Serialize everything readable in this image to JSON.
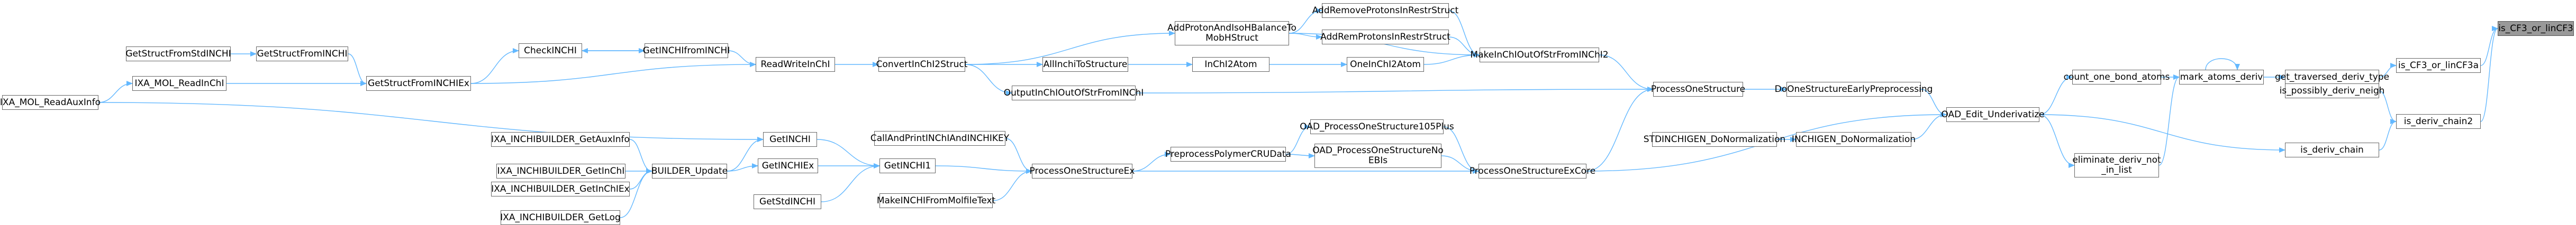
{
  "graph": {
    "title": "",
    "root_node": "is_CF3_or_linCF3",
    "colors": {
      "background": "#ffffff",
      "node_fill": "#ffffff",
      "node_border": "#666666",
      "root_fill": "#999999",
      "edge": "#63b8ff"
    },
    "nodes": [
      {
        "id": "is_CF3_or_linCF3",
        "lines": [
          "is_CF3_or_linCF3"
        ],
        "root": true
      },
      {
        "id": "is_CF3_or_linCF3a",
        "lines": [
          "is_CF3_or_linCF3a"
        ]
      },
      {
        "id": "is_deriv_chain2",
        "lines": [
          "is_deriv_chain2"
        ]
      },
      {
        "id": "get_traversed_deriv_type",
        "lines": [
          "get_traversed_deriv_type"
        ]
      },
      {
        "id": "is_possibly_deriv_neigh",
        "lines": [
          "is_possibly_deriv_neigh"
        ]
      },
      {
        "id": "is_deriv_chain",
        "lines": [
          "is_deriv_chain"
        ]
      },
      {
        "id": "mark_atoms_deriv",
        "lines": [
          "mark_atoms_deriv"
        ]
      },
      {
        "id": "count_one_bond_atoms",
        "lines": [
          "count_one_bond_atoms"
        ]
      },
      {
        "id": "eliminate_deriv_not_in_list",
        "lines": [
          "eliminate_deriv_not",
          "_in_list"
        ]
      },
      {
        "id": "OAD_Edit_Underivatize",
        "lines": [
          "OAD_Edit_Underivatize"
        ]
      },
      {
        "id": "DoOneStructureEarlyPreprocessing",
        "lines": [
          "DoOneStructureEarlyPreprocessing"
        ]
      },
      {
        "id": "INCHIGEN_DoNormalization",
        "lines": [
          "INCHIGEN_DoNormalization"
        ]
      },
      {
        "id": "ProcessOneStructure",
        "lines": [
          "ProcessOneStructure"
        ]
      },
      {
        "id": "STDINCHIGEN_DoNormalization",
        "lines": [
          "STDINCHIGEN_DoNormalization"
        ]
      },
      {
        "id": "ProcessOneStructureExCore",
        "lines": [
          "ProcessOneStructureExCore"
        ]
      },
      {
        "id": "AddRemoveProtonsInRestrStruct",
        "lines": [
          "AddRemoveProtonsInRestrStruct"
        ]
      },
      {
        "id": "AddRemProtonsInRestrStruct",
        "lines": [
          "AddRemProtonsInRestrStruct"
        ]
      },
      {
        "id": "MakeInChIOutOfStrFromINChI2",
        "lines": [
          "MakeInChIOutOfStrFromINChI2"
        ]
      },
      {
        "id": "OneInChI2Atom",
        "lines": [
          "OneInChI2Atom"
        ]
      },
      {
        "id": "OutputInChIOutOfStrFromINChI",
        "lines": [
          "OutputInChIOutOfStrFromINChI"
        ]
      },
      {
        "id": "OAD_ProcessOneStructure105Plus",
        "lines": [
          "OAD_ProcessOneStructure105Plus"
        ]
      },
      {
        "id": "OAD_ProcessOneStructureNoEBIs",
        "lines": [
          "OAD_ProcessOneStructureNo",
          "EBIs"
        ]
      },
      {
        "id": "PreprocessPolymerCRUData",
        "lines": [
          "PreprocessPolymerCRUData"
        ]
      },
      {
        "id": "AddProtonAndIsoHBalanceToMobHStruct",
        "lines": [
          "AddProtonAndIsoHBalanceTo",
          "MobHStruct"
        ]
      },
      {
        "id": "InChI2Atom",
        "lines": [
          "InChI2Atom"
        ]
      },
      {
        "id": "AllInchiToStructure",
        "lines": [
          "AllInchiToStructure"
        ]
      },
      {
        "id": "ProcessOneStructureEx",
        "lines": [
          "ProcessOneStructureEx"
        ]
      },
      {
        "id": "CallAndPrintINChIAndINCHIKEY",
        "lines": [
          "CallAndPrintINChIAndINCHIKEY"
        ]
      },
      {
        "id": "MakeINCHIFromMolfileText",
        "lines": [
          "MakeINCHIFromMolfileText"
        ]
      },
      {
        "id": "ConvertInChI2Struct",
        "lines": [
          "ConvertInChI2Struct"
        ]
      },
      {
        "id": "ReadWriteInChI",
        "lines": [
          "ReadWriteInChI"
        ]
      },
      {
        "id": "GetINCHI1",
        "lines": [
          "GetINCHI1"
        ]
      },
      {
        "id": "GetINCHI",
        "lines": [
          "GetINCHI"
        ]
      },
      {
        "id": "GetINCHIEx",
        "lines": [
          "GetINCHIEx"
        ]
      },
      {
        "id": "GetStdINCHI",
        "lines": [
          "GetStdINCHI"
        ]
      },
      {
        "id": "GetINCHIfromINCHI",
        "lines": [
          "GetINCHIfromINCHI"
        ]
      },
      {
        "id": "CheckINCHI",
        "lines": [
          "CheckINCHI"
        ]
      },
      {
        "id": "GetStructFromINCHIEx",
        "lines": [
          "GetStructFromINCHIEx"
        ]
      },
      {
        "id": "BUILDER_Update",
        "lines": [
          "BUILDER_Update"
        ]
      },
      {
        "id": "GetStructFromINCHI",
        "lines": [
          "GetStructFromINCHI"
        ]
      },
      {
        "id": "GetStructFromStdINCHI",
        "lines": [
          "GetStructFromStdINCHI"
        ]
      },
      {
        "id": "IXA_MOL_ReadInChI",
        "lines": [
          "IXA_MOL_ReadInChI"
        ]
      },
      {
        "id": "IXA_MOL_ReadAuxInfo",
        "lines": [
          "IXA_MOL_ReadAuxInfo"
        ]
      },
      {
        "id": "IXA_INCHIBUILDER_GetAuxInfo",
        "lines": [
          "IXA_INCHIBUILDER_GetAuxInfo"
        ]
      },
      {
        "id": "IXA_INCHIBUILDER_GetInChI",
        "lines": [
          "IXA_INCHIBUILDER_GetInChI"
        ]
      },
      {
        "id": "IXA_INCHIBUILDER_GetInChIEx",
        "lines": [
          "IXA_INCHIBUILDER_GetInChIEx"
        ]
      },
      {
        "id": "IXA_INCHIBUILDER_GetLog",
        "lines": [
          "IXA_INCHIBUILDER_GetLog"
        ]
      }
    ],
    "edges": [
      [
        "is_CF3_or_linCF3a",
        "is_CF3_or_linCF3"
      ],
      [
        "is_deriv_chain2",
        "is_CF3_or_linCF3"
      ],
      [
        "get_traversed_deriv_type",
        "is_CF3_or_linCF3a"
      ],
      [
        "is_possibly_deriv_neigh",
        "is_deriv_chain2"
      ],
      [
        "is_deriv_chain",
        "is_deriv_chain2"
      ],
      [
        "mark_atoms_deriv",
        "get_traversed_deriv_type"
      ],
      [
        "mark_atoms_deriv",
        "mark_atoms_deriv"
      ],
      [
        "count_one_bond_atoms",
        "mark_atoms_deriv"
      ],
      [
        "eliminate_deriv_not_in_list",
        "mark_atoms_deriv"
      ],
      [
        "OAD_Edit_Underivatize",
        "count_one_bond_atoms"
      ],
      [
        "OAD_Edit_Underivatize",
        "eliminate_deriv_not_in_list"
      ],
      [
        "OAD_Edit_Underivatize",
        "is_deriv_chain"
      ],
      [
        "DoOneStructureEarlyPreprocessing",
        "OAD_Edit_Underivatize"
      ],
      [
        "INCHIGEN_DoNormalization",
        "OAD_Edit_Underivatize"
      ],
      [
        "ProcessOneStructureExCore",
        "OAD_Edit_Underivatize"
      ],
      [
        "ProcessOneStructure",
        "DoOneStructureEarlyPreprocessing"
      ],
      [
        "STDINCHIGEN_DoNormalization",
        "INCHIGEN_DoNormalization"
      ],
      [
        "ProcessOneStructureExCore",
        "ProcessOneStructure"
      ],
      [
        "MakeInChIOutOfStrFromINChI2",
        "ProcessOneStructure"
      ],
      [
        "OutputInChIOutOfStrFromINChI",
        "ProcessOneStructure"
      ],
      [
        "OAD_ProcessOneStructure105Plus",
        "ProcessOneStructureExCore"
      ],
      [
        "OAD_ProcessOneStructureNoEBIs",
        "ProcessOneStructureExCore"
      ],
      [
        "ProcessOneStructureEx",
        "ProcessOneStructureExCore"
      ],
      [
        "AddRemoveProtonsInRestrStruct",
        "MakeInChIOutOfStrFromINChI2"
      ],
      [
        "AddRemProtonsInRestrStruct",
        "MakeInChIOutOfStrFromINChI2"
      ],
      [
        "AddProtonAndIsoHBalanceToMobHStruct",
        "MakeInChIOutOfStrFromINChI2"
      ],
      [
        "OneInChI2Atom",
        "MakeInChIOutOfStrFromINChI2"
      ],
      [
        "AddProtonAndIsoHBalanceToMobHStruct",
        "AddRemoveProtonsInRestrStruct"
      ],
      [
        "AddProtonAndIsoHBalanceToMobHStruct",
        "AddRemProtonsInRestrStruct"
      ],
      [
        "ConvertInChI2Struct",
        "AddProtonAndIsoHBalanceToMobHStruct"
      ],
      [
        "InChI2Atom",
        "OneInChI2Atom"
      ],
      [
        "AllInchiToStructure",
        "InChI2Atom"
      ],
      [
        "ConvertInChI2Struct",
        "AllInchiToStructure"
      ],
      [
        "ConvertInChI2Struct",
        "OutputInChIOutOfStrFromINChI"
      ],
      [
        "PreprocessPolymerCRUData",
        "OAD_ProcessOneStructure105Plus"
      ],
      [
        "PreprocessPolymerCRUData",
        "OAD_ProcessOneStructureNoEBIs"
      ],
      [
        "ProcessOneStructureEx",
        "PreprocessPolymerCRUData"
      ],
      [
        "GetINCHI1",
        "ProcessOneStructureEx"
      ],
      [
        "CallAndPrintINChIAndINCHIKEY",
        "ProcessOneStructureEx"
      ],
      [
        "MakeINCHIFromMolfileText",
        "ProcessOneStructureEx"
      ],
      [
        "ReadWriteInChI",
        "ConvertInChI2Struct"
      ],
      [
        "GetINCHIfromINCHI",
        "ReadWriteInChI"
      ],
      [
        "GetStructFromINCHIEx",
        "ReadWriteInChI"
      ],
      [
        "CheckINCHI",
        "GetINCHIfromINCHI"
      ],
      [
        "GetINCHIfromINCHI",
        "CheckINCHI"
      ],
      [
        "GetStructFromINCHIEx",
        "CheckINCHI"
      ],
      [
        "GetINCHI",
        "GetINCHI1"
      ],
      [
        "GetINCHIEx",
        "GetINCHI1"
      ],
      [
        "GetStdINCHI",
        "GetINCHI1"
      ],
      [
        "BUILDER_Update",
        "GetINCHI"
      ],
      [
        "BUILDER_Update",
        "GetINCHIEx"
      ],
      [
        "IXA_MOL_ReadAuxInfo",
        "GetINCHI"
      ],
      [
        "GetStructFromINCHI",
        "GetStructFromINCHIEx"
      ],
      [
        "IXA_MOL_ReadInChI",
        "GetStructFromINCHIEx"
      ],
      [
        "GetStructFromStdINCHI",
        "GetStructFromINCHI"
      ],
      [
        "IXA_MOL_ReadAuxInfo",
        "IXA_MOL_ReadInChI"
      ],
      [
        "IXA_INCHIBUILDER_GetAuxInfo",
        "BUILDER_Update"
      ],
      [
        "IXA_INCHIBUILDER_GetInChI",
        "BUILDER_Update"
      ],
      [
        "IXA_INCHIBUILDER_GetInChIEx",
        "BUILDER_Update"
      ],
      [
        "IXA_INCHIBUILDER_GetLog",
        "BUILDER_Update"
      ]
    ]
  }
}
